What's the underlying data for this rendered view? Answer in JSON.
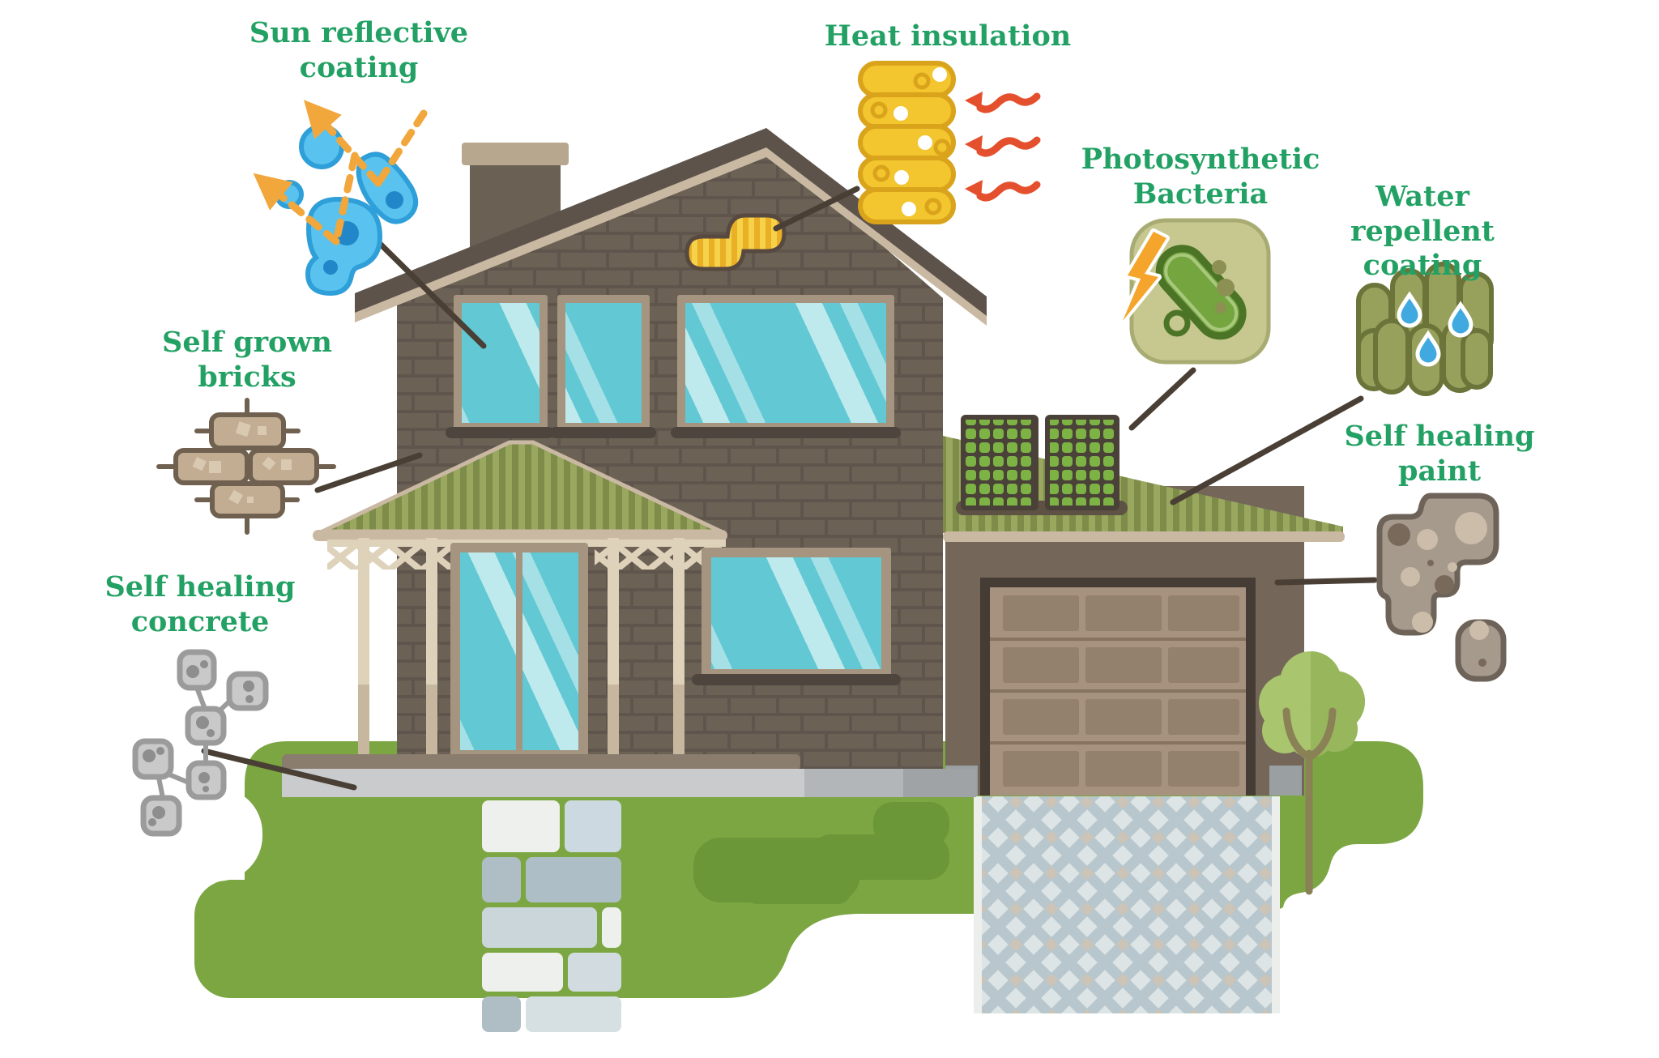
{
  "figure": {
    "type": "infographic",
    "subject": "Sustainable smart building materials house diagram"
  },
  "labels": {
    "sun_reflective": "Sun reflective\ncoating",
    "heat_insulation": "Heat insulation",
    "photosynthetic": "Photosynthetic\nBacteria",
    "water_repellent": "Water repellent\ncoating",
    "self_grown_bricks": "Self grown\nbricks",
    "self_healing_paint": "Self healing\npaint",
    "self_healing_concrete": "Self healing\nconcrete"
  },
  "icons": [
    {
      "id": "sun-reflective-coating-icon",
      "depicts": "blue coating blobs with reflected sun rays"
    },
    {
      "id": "heat-insulation-icon",
      "depicts": "stack of yellow insulation rolls with red heat arrows"
    },
    {
      "id": "photosynthetic-bacteria-icon",
      "depicts": "green bacterium with lightning bolt in rounded square"
    },
    {
      "id": "water-repellent-coating-icon",
      "depicts": "olive shingles with blue water drops"
    },
    {
      "id": "self-grown-bricks-icon",
      "depicts": "growing tan bricks with sprout ticks"
    },
    {
      "id": "self-healing-paint-icon",
      "depicts": "paint patch blob with spots"
    },
    {
      "id": "self-healing-concrete-icon",
      "depicts": "network of gray concrete cells"
    }
  ],
  "palette": {
    "label_green": "#23A164",
    "brick_wall": "#6C6155",
    "roof_dark": "#5D534A",
    "trim_beige": "#C9B9A2",
    "grass": "#7BA642",
    "grass_dark": "#6B9738",
    "window_glass": "#62C9D4",
    "porch_roof_light": "#9AA75F",
    "porch_roof_dark": "#7D8C48",
    "insulation_yellow": "#F3C52E",
    "heat_arrow_red": "#E4502E",
    "coating_blue": "#59C2EE",
    "sun_ray_orange": "#F1A73C",
    "concrete_gray": "#C9C9C9",
    "lattice_gray": "#DCE4E6",
    "connector_line": "#4A3F35"
  }
}
